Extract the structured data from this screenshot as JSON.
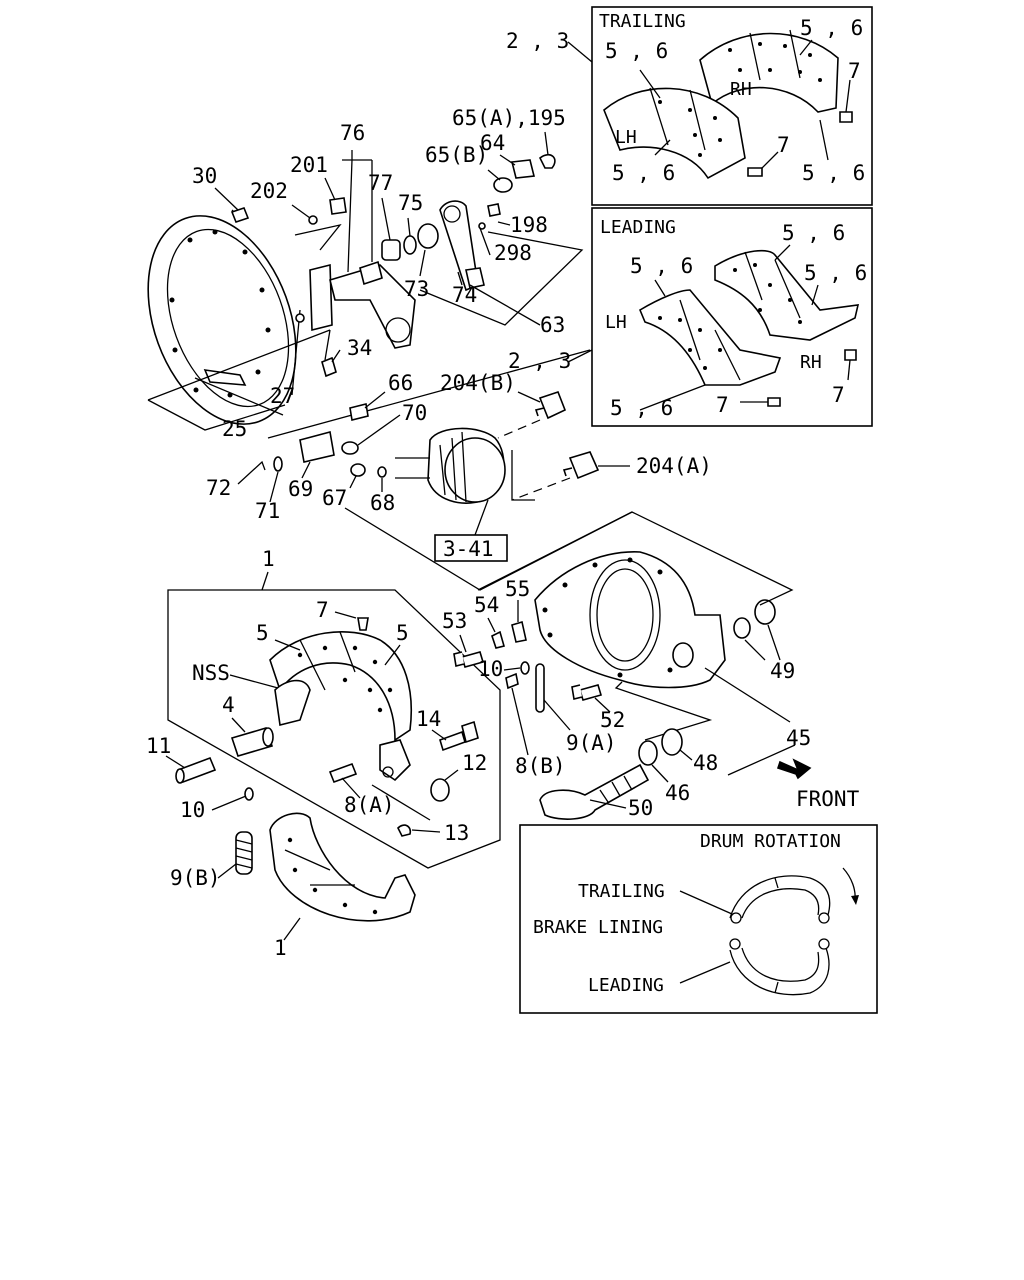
{
  "labels": {
    "l_2_3_top": "2 , 3",
    "l_trailing": "TRAILING",
    "l_56_t1": "5 , 6",
    "l_56_t2": "5 , 6",
    "l_56_t3": "5 , 6",
    "l_56_t4": "5 , 6",
    "l_7_t1": "7",
    "l_7_t2": "7",
    "l_rh_t": "RH",
    "l_lh_t": "LH",
    "l_65ab": "65(A),195",
    "l_64": "64",
    "l_65b": "65(B)",
    "l_76": "76",
    "l_201": "201",
    "l_30": "30",
    "l_202": "202",
    "l_77": "77",
    "l_75": "75",
    "l_198": "198",
    "l_298": "298",
    "l_73": "73",
    "l_74": "74",
    "l_63": "63",
    "l_34": "34",
    "l_27": "27",
    "l_25": "25",
    "l_leading": "LEADING",
    "l_56_l1": "5 , 6",
    "l_56_l2": "5 , 6",
    "l_56_l3": "5 , 6",
    "l_56_l4": "5 , 6",
    "l_lh_l": "LH",
    "l_rh_l": "RH",
    "l_7_l1": "7",
    "l_7_l2": "7",
    "l_2_3_mid": "2 , 3",
    "l_66": "66",
    "l_204b": "204(B)",
    "l_70": "70",
    "l_72": "72",
    "l_71": "71",
    "l_69": "69",
    "l_67": "67",
    "l_68": "68",
    "l_204a": "204(A)",
    "l_3_41": "3-41",
    "l_1_top": "1",
    "l_55": "55",
    "l_54": "54",
    "l_53": "53",
    "l_7_s": "7",
    "l_5_a": "5",
    "l_5_b": "5",
    "l_nss": "NSS",
    "l_4": "4",
    "l_10_a": "10",
    "l_14": "14",
    "l_52": "52",
    "l_49": "49",
    "l_45": "45",
    "l_9a": "9(A)",
    "l_11": "11",
    "l_12": "12",
    "l_8b": "8(B)",
    "l_48": "48",
    "l_46": "46",
    "l_10_b": "10",
    "l_8a": "8(A)",
    "l_50": "50",
    "l_front": "FRONT",
    "l_13": "13",
    "l_9b": "9(B)",
    "l_1_bot": "1"
  },
  "drum_rotation": {
    "title": "DRUM ROTATION",
    "trailing": "TRAILING",
    "brake_lining": "BRAKE LINING",
    "leading": "LEADING"
  }
}
